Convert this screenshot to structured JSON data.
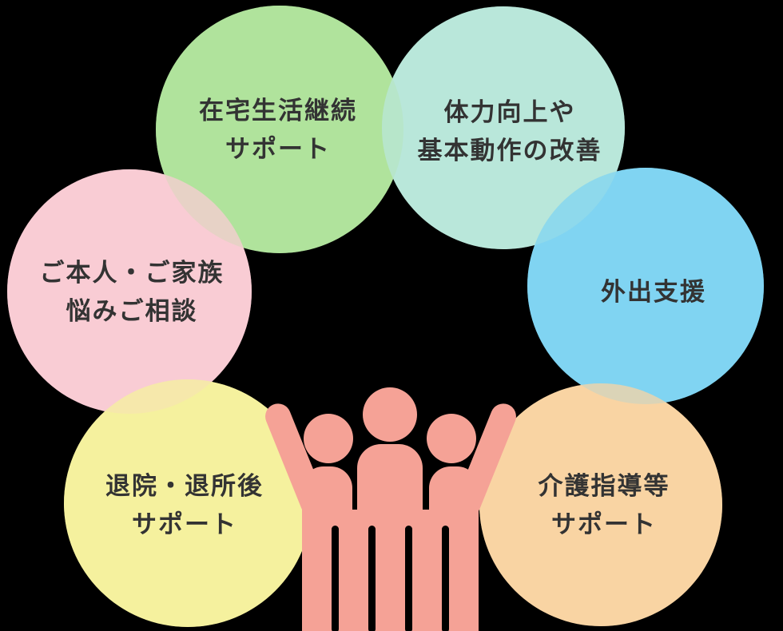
{
  "diagram": {
    "background": "#000000",
    "text_color": "#333333",
    "people_color": "#f5a296",
    "circles": [
      {
        "id": "home-life-support",
        "label": "在宅生活継続\nサポート",
        "color": "#b0e39c"
      },
      {
        "id": "physical-improvement",
        "label": "体力向上や\n基本動作の改善",
        "color": "#b9e7da"
      },
      {
        "id": "family-consultation",
        "label": "ご本人・ご家族\n悩みご相談",
        "color": "#f9ccd4"
      },
      {
        "id": "outing-support",
        "label": "外出支援",
        "color": "#80d4f2"
      },
      {
        "id": "discharge-support",
        "label": "退院・退所後\nサポート",
        "color": "#f5f19e"
      },
      {
        "id": "care-guidance",
        "label": "介護指導等\nサポート",
        "color": "#f9d4a3"
      }
    ]
  }
}
